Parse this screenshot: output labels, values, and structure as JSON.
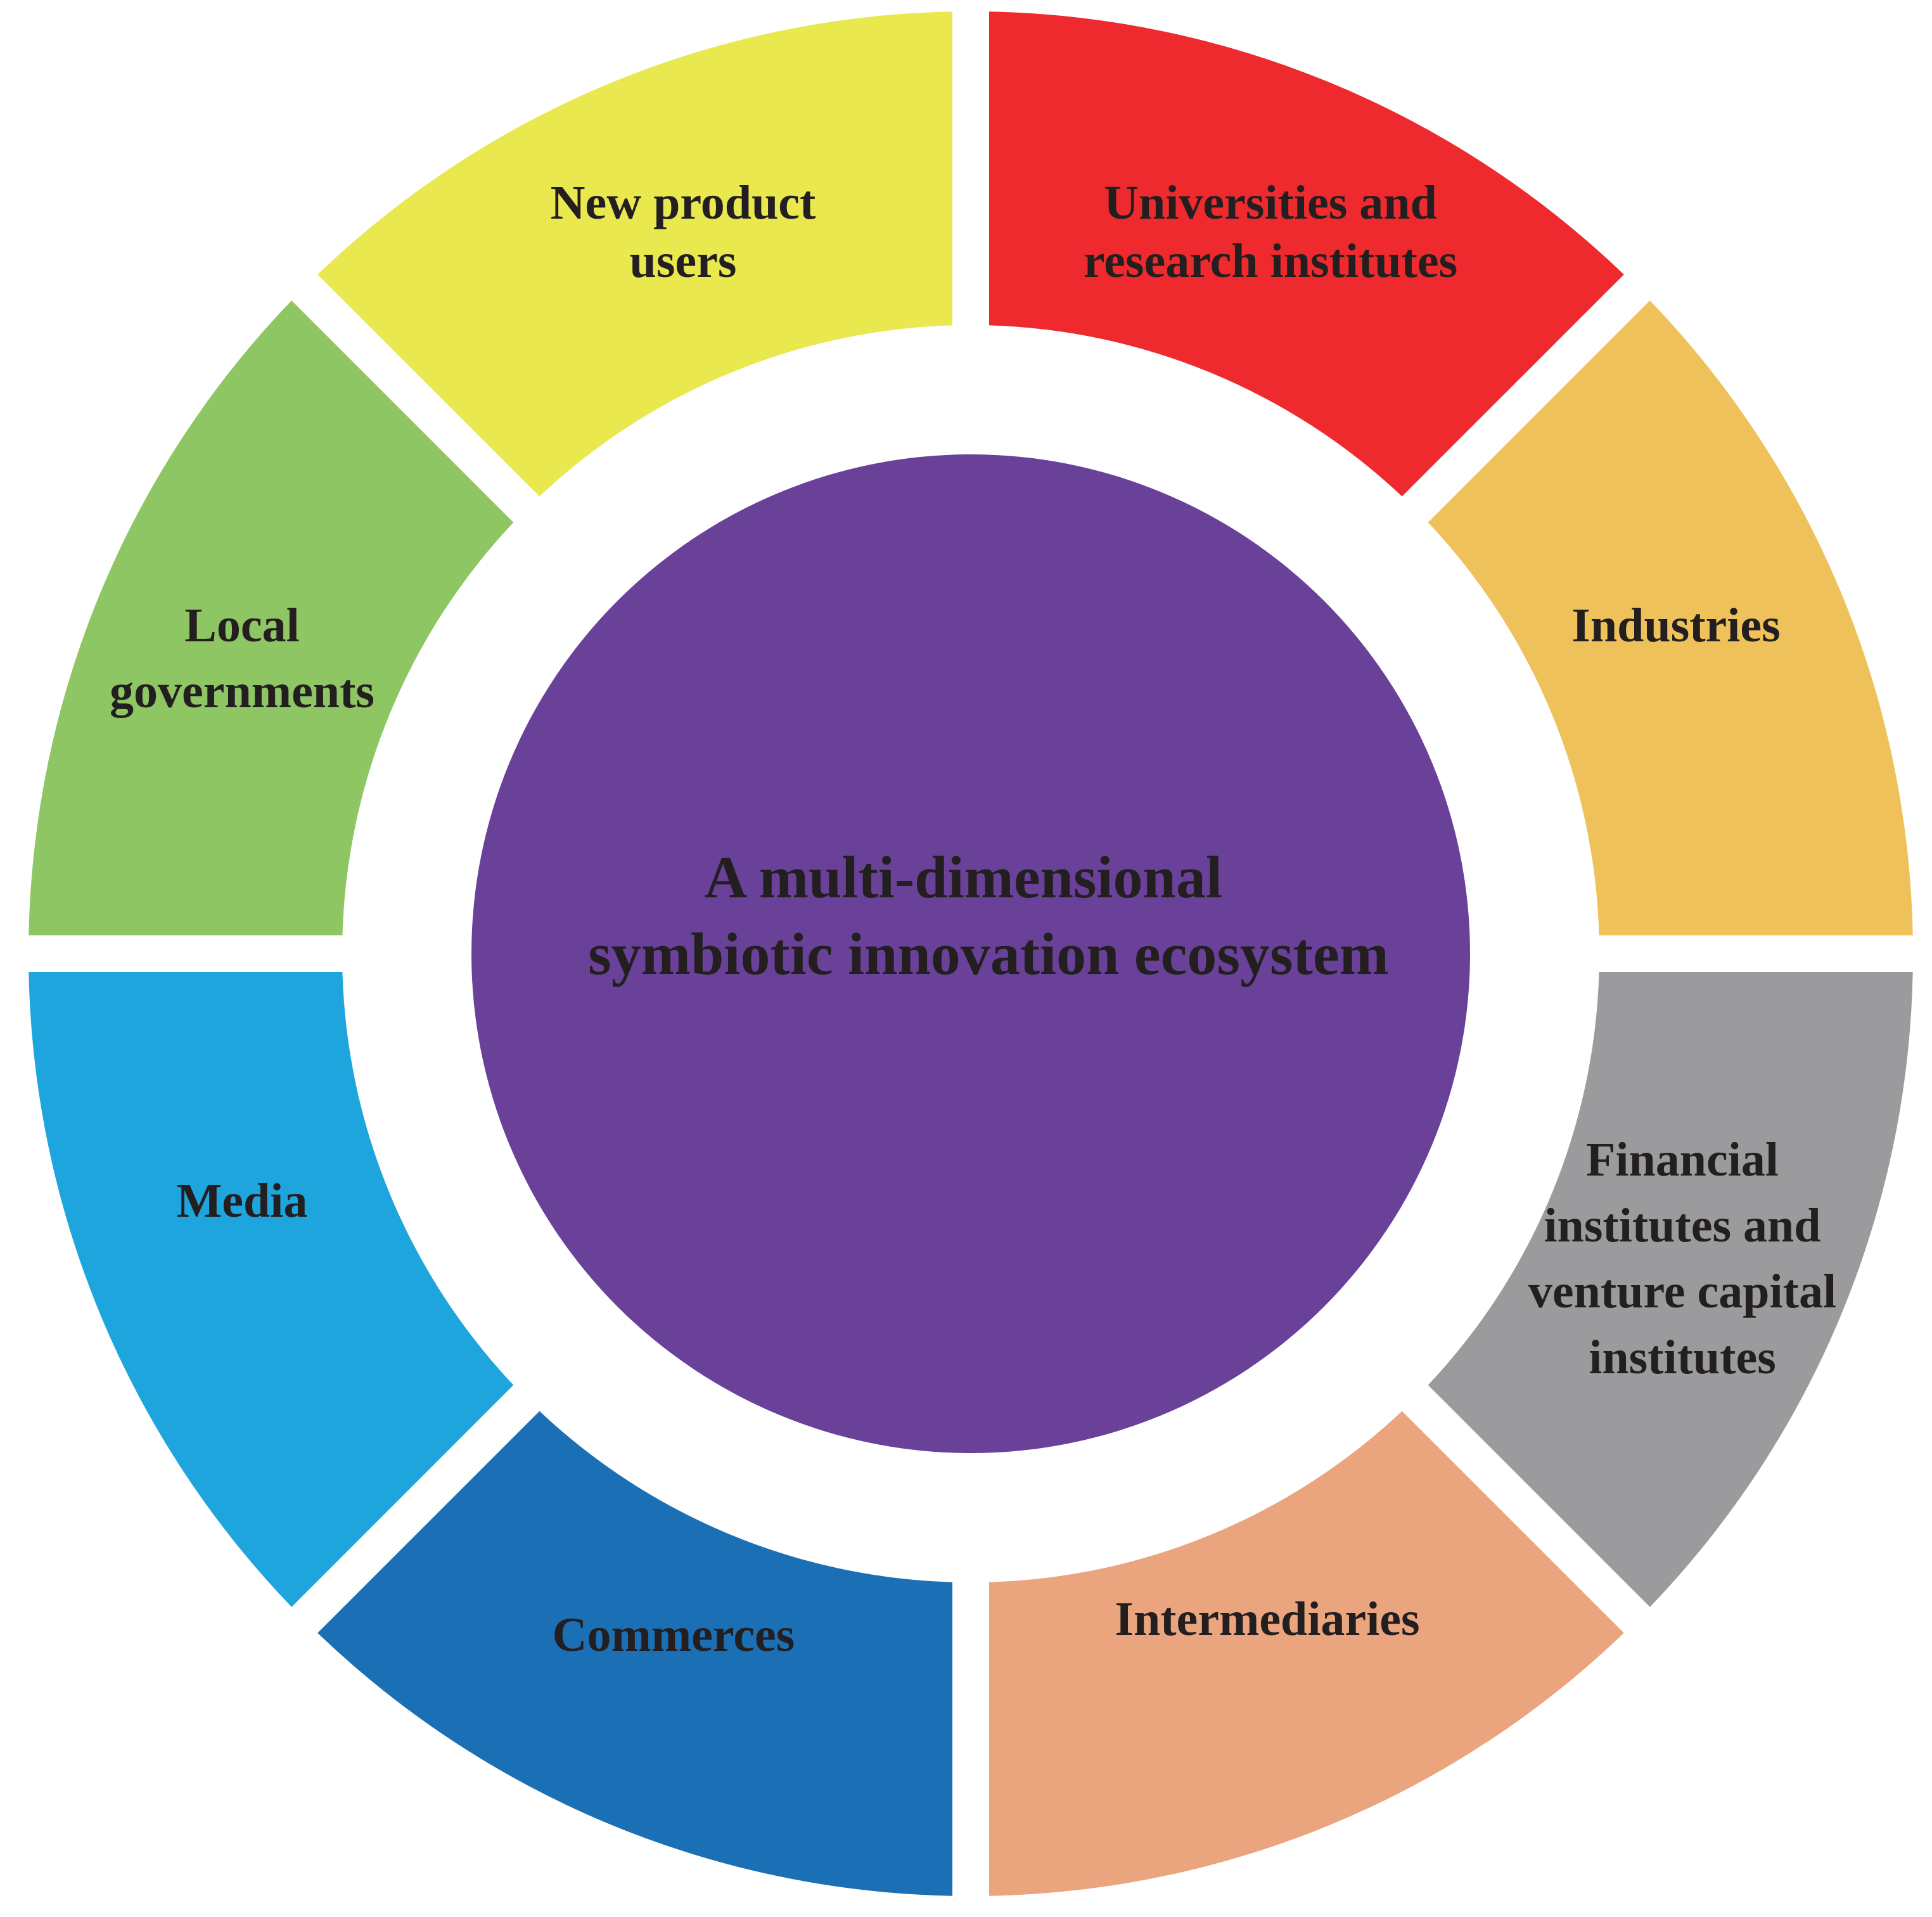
{
  "center": {
    "lines": [
      "A multi-dimensional",
      "symbiotic innovation ecosystem"
    ],
    "color": "#6a4199"
  },
  "segments": [
    {
      "id": "universities",
      "lines": [
        "Universities and",
        "research institutes"
      ],
      "color": "#ee2a2e"
    },
    {
      "id": "industries",
      "lines": [
        "Industries"
      ],
      "color": "#eec15a"
    },
    {
      "id": "financial",
      "lines": [
        "Financial",
        "institutes and",
        "venture capital",
        "institutes"
      ],
      "color": "#9b9b9d"
    },
    {
      "id": "intermediaries",
      "lines": [
        "Intermediaries"
      ],
      "color": "#eaa57f"
    },
    {
      "id": "commerces",
      "lines": [
        "Commerces"
      ],
      "color": "#1b6fb5"
    },
    {
      "id": "media",
      "lines": [
        "Media"
      ],
      "color": "#1fa5de"
    },
    {
      "id": "local-governments",
      "lines": [
        "Local",
        "governments"
      ],
      "color": "#8dc662"
    },
    {
      "id": "new-product-users",
      "lines": [
        "New product",
        "users"
      ],
      "color": "#e9e84f"
    }
  ]
}
